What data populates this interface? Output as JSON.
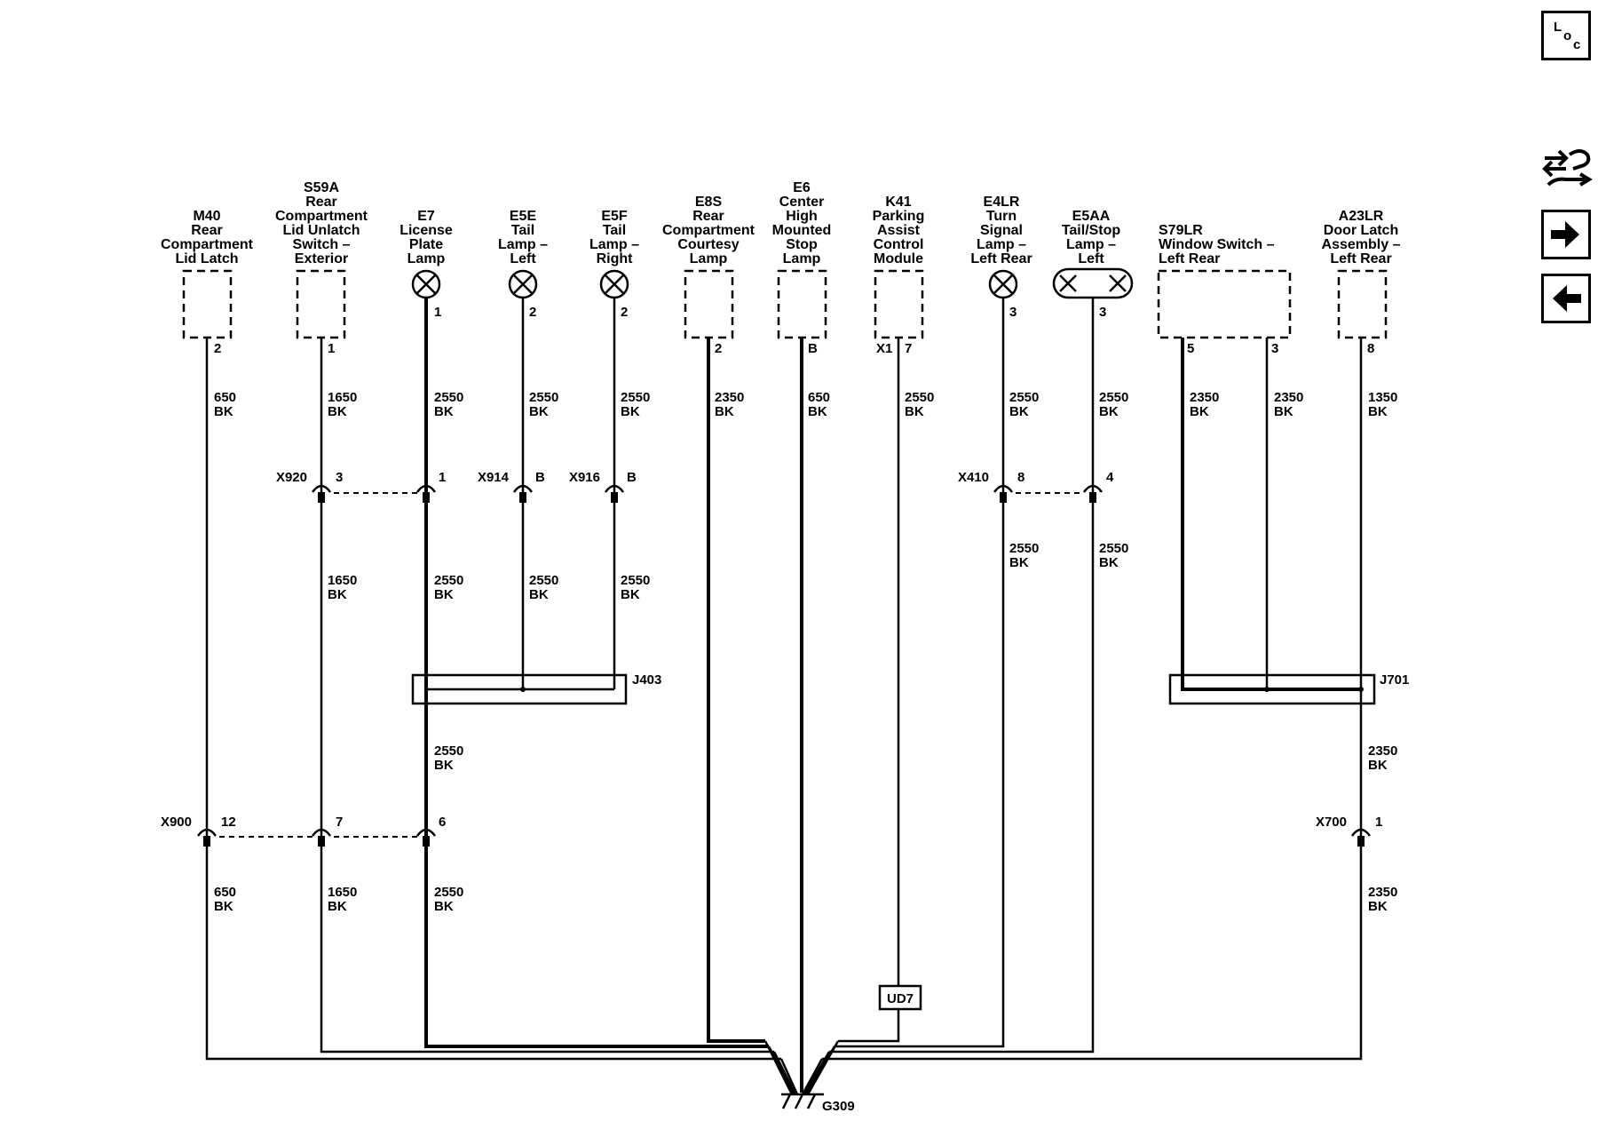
{
  "components": [
    {
      "ref": "M40",
      "lines": [
        "Rear",
        "Compartment",
        "Lid Latch"
      ],
      "pin": "2"
    },
    {
      "ref": "S59A",
      "lines": [
        "Rear",
        "Compartment",
        "Lid Unlatch",
        "Switch –",
        "Exterior"
      ],
      "pin": "1"
    },
    {
      "ref": "E7",
      "lines": [
        "License",
        "Plate",
        "Lamp"
      ],
      "pin": "1"
    },
    {
      "ref": "E5E",
      "lines": [
        "Tail",
        "Lamp –",
        "Left"
      ],
      "pin": "2"
    },
    {
      "ref": "E5F",
      "lines": [
        "Tail",
        "Lamp –",
        "Right"
      ],
      "pin": "2"
    },
    {
      "ref": "E8S",
      "lines": [
        "Rear",
        "Compartment",
        "Courtesy",
        "Lamp"
      ],
      "pin": "2"
    },
    {
      "ref": "E6",
      "lines": [
        "Center",
        "High",
        "Mounted",
        "Stop",
        "Lamp"
      ],
      "pin": "B"
    },
    {
      "ref": "K41",
      "lines": [
        "Parking",
        "Assist",
        "Control",
        "Module"
      ],
      "pin": "7",
      "connector": "X1"
    },
    {
      "ref": "E4LR",
      "lines": [
        "Turn",
        "Signal",
        "Lamp –",
        "Left Rear"
      ],
      "pin": "3"
    },
    {
      "ref": "E5AA",
      "lines": [
        "Tail/Stop",
        "Lamp –",
        "Left"
      ],
      "pin": "3"
    },
    {
      "ref": "S79LR",
      "lines": [
        "Window Switch –",
        "Left Rear"
      ],
      "pins": [
        "5",
        "3"
      ]
    },
    {
      "ref": "A23LR",
      "lines": [
        "Door Latch",
        "Assembly –",
        "Left Rear"
      ],
      "pin": "8"
    }
  ],
  "wires": {
    "w650": [
      "650",
      "BK"
    ],
    "w1650": [
      "1650",
      "BK"
    ],
    "w2550": [
      "2550",
      "BK"
    ],
    "w2350": [
      "2350",
      "BK"
    ],
    "w1350": [
      "1350",
      "BK"
    ]
  },
  "connectors": {
    "x920": {
      "name": "X920",
      "pins": [
        "3",
        "1"
      ]
    },
    "x914": {
      "name": "X914",
      "pin": "B"
    },
    "x916": {
      "name": "X916",
      "pin": "B"
    },
    "x410": {
      "name": "X410",
      "pins": [
        "8",
        "4"
      ]
    },
    "x900": {
      "name": "X900",
      "pins": [
        "12",
        "7",
        "6"
      ]
    },
    "x700": {
      "name": "X700",
      "pin": "1"
    }
  },
  "splices": {
    "j403": "J403",
    "j701": "J701"
  },
  "ground": "G309",
  "ud7": "UD7",
  "side_buttons": [
    {
      "name": "location-icon",
      "letters": [
        "L",
        "o",
        "c"
      ]
    },
    {
      "name": "component-wrench-icon"
    },
    {
      "name": "next-arrow-icon"
    },
    {
      "name": "previous-arrow-icon"
    }
  ]
}
